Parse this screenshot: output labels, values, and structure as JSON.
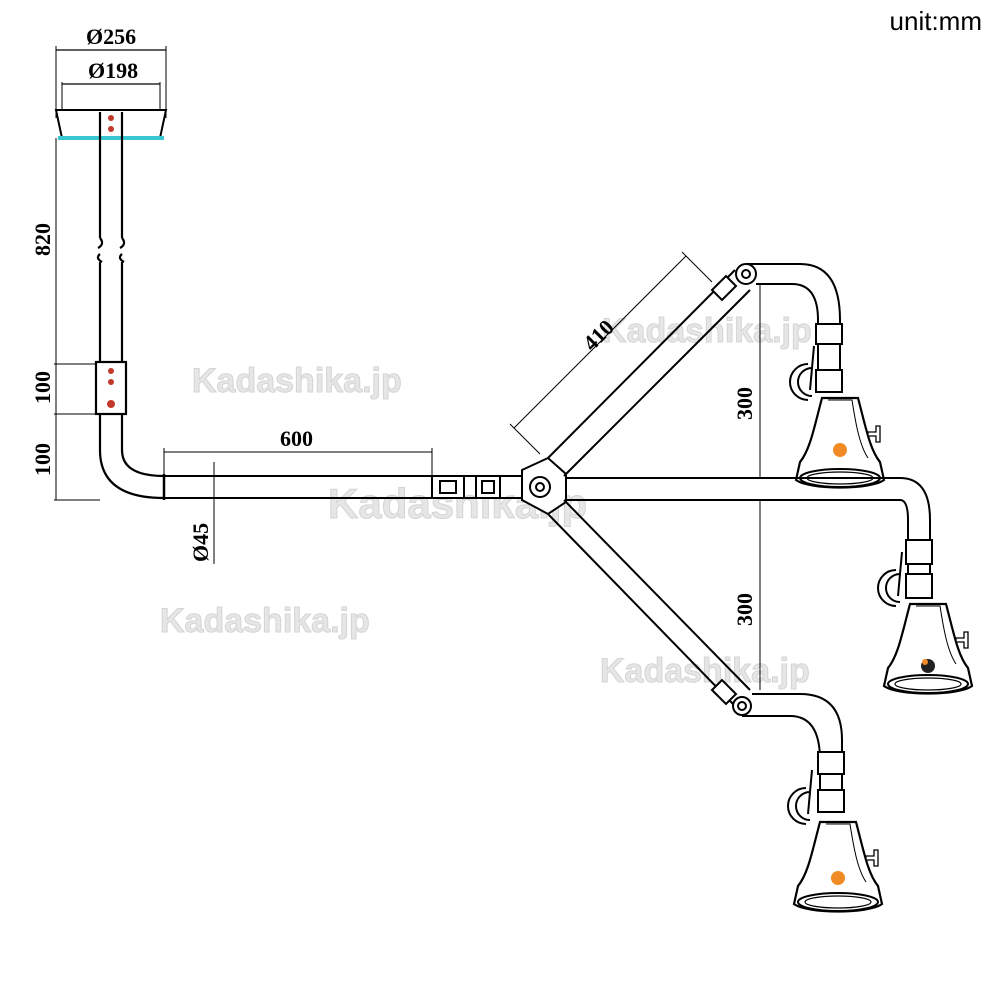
{
  "unit_label": "unit:mm",
  "watermark": "Kadashika.jp",
  "dimensions": {
    "canopy_outer": "Ø256",
    "canopy_inner": "Ø198",
    "drop_length": "820",
    "mount_upper": "100",
    "mount_lower": "100",
    "horizontal_arm": "600",
    "tube_diameter": "Ø45",
    "swing_arm": "410",
    "head_drop_upper": "300",
    "head_drop_lower": "300"
  },
  "colors": {
    "line": "#000000",
    "canopy_edge": "#3cc8d2",
    "mount_dot": "#c0392b",
    "lamp_accent": "#f08a24",
    "watermark": "#e0e0e0"
  },
  "icons": [
    "lamp-head-icon",
    "joint-icon",
    "mount-screw-icon"
  ]
}
